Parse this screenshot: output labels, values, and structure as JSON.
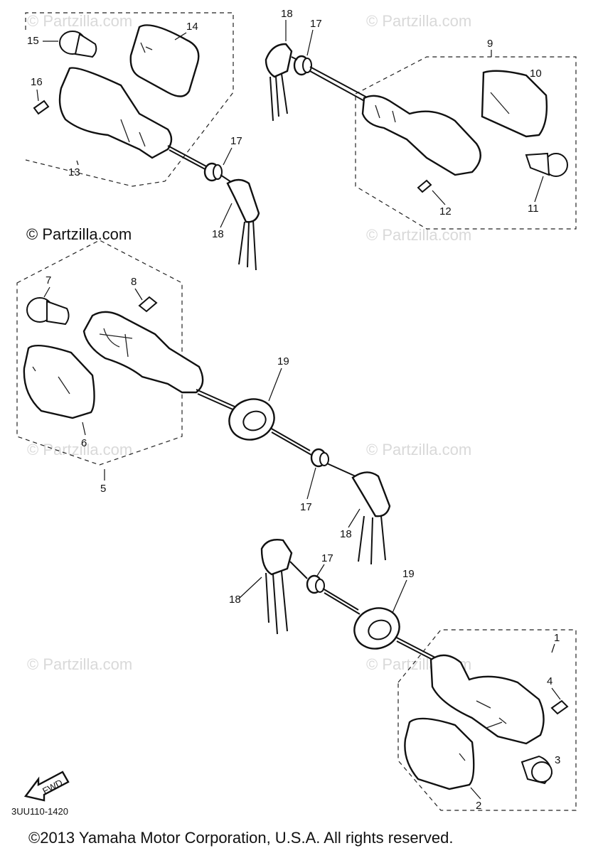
{
  "watermarks": {
    "primary": "© Partzilla.com",
    "faint": "© Partzilla.com"
  },
  "diagram_code": "3UU110-1420",
  "fwd_label": "FWD",
  "copyright": "©2013 Yamaha Motor Corporation, U.S.A. All rights reserved.",
  "callouts": {
    "c1": "1",
    "c2": "2",
    "c3": "3",
    "c4": "4",
    "c5": "5",
    "c6": "6",
    "c7": "7",
    "c8": "8",
    "c9": "9",
    "c10": "10",
    "c11": "11",
    "c12": "12",
    "c13": "13",
    "c14": "14",
    "c15": "15",
    "c16": "16",
    "c17": "17",
    "c18": "18",
    "c19": "19"
  }
}
